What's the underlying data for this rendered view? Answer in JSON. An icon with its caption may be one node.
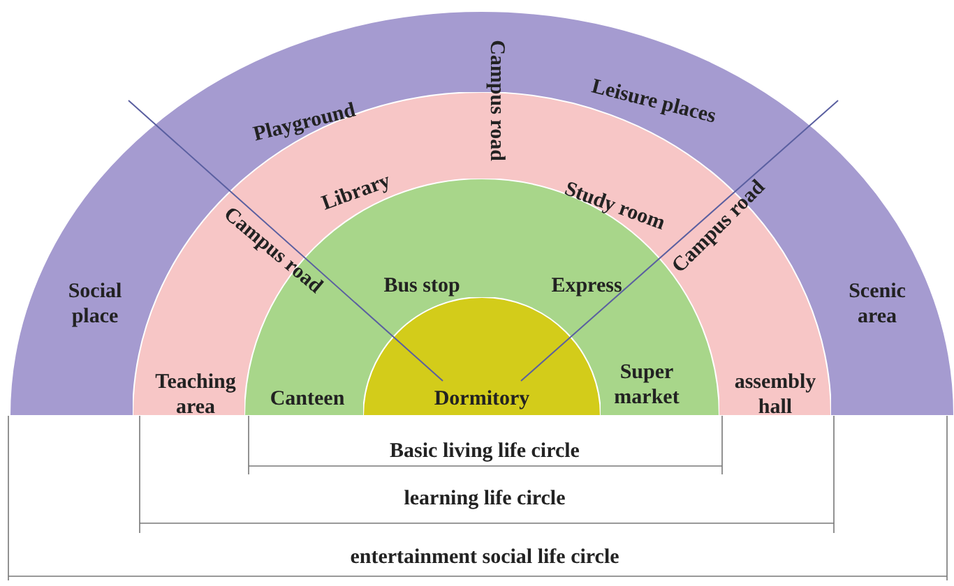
{
  "diagram": {
    "nodes": [
      {
        "text": [
          "Playground",
          "Leisure places",
          "Social place",
          "Scenic area"
        ]
      },
      {
        "text": [
          "Library",
          "Study room",
          "Teaching area",
          "assembly hall"
        ],
        "in": 0
      },
      {
        "text": [
          "Bus stop",
          "Express",
          "Canteen",
          "Super market"
        ],
        "in": 1
      },
      {
        "text": [
          "Dormitory"
        ],
        "in": 2
      }
    ],
    "labels": [
      "Campus road",
      "Campus road",
      "Campus road",
      "Basic living life circle",
      "learning life circle",
      "entertainment social life circle"
    ]
  }
}
